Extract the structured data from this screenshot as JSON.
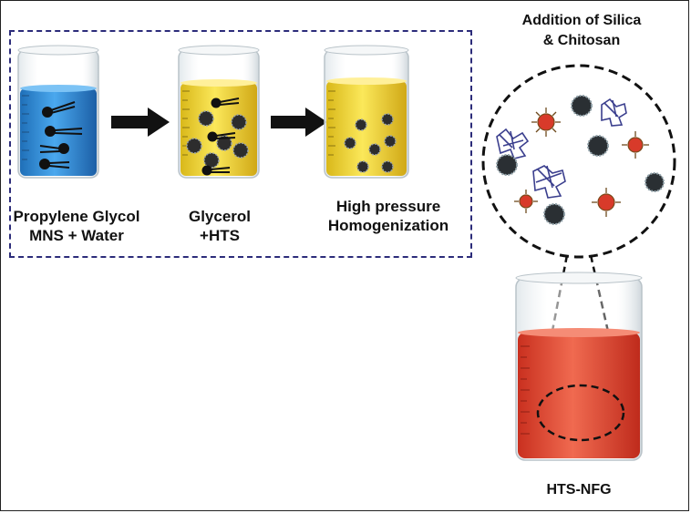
{
  "steps": [
    {
      "line1": "Propylene Glycol",
      "line2": "MNS + Water",
      "liquid_color": "#2f8fd8"
    },
    {
      "line1": "Glycerol",
      "line2": "+HTS",
      "liquid_color": "#f2d83a"
    },
    {
      "line1": "High pressure",
      "line2": "Homogenization",
      "liquid_color": "#f3dc3c"
    }
  ],
  "addition": {
    "line1": "Addition of Silica",
    "line2": "& Chitosan"
  },
  "product": {
    "label": "HTS-NFG",
    "liquid_color": "#e5483a"
  },
  "colors": {
    "border": "#2c2c7a",
    "arrow": "#111111"
  }
}
